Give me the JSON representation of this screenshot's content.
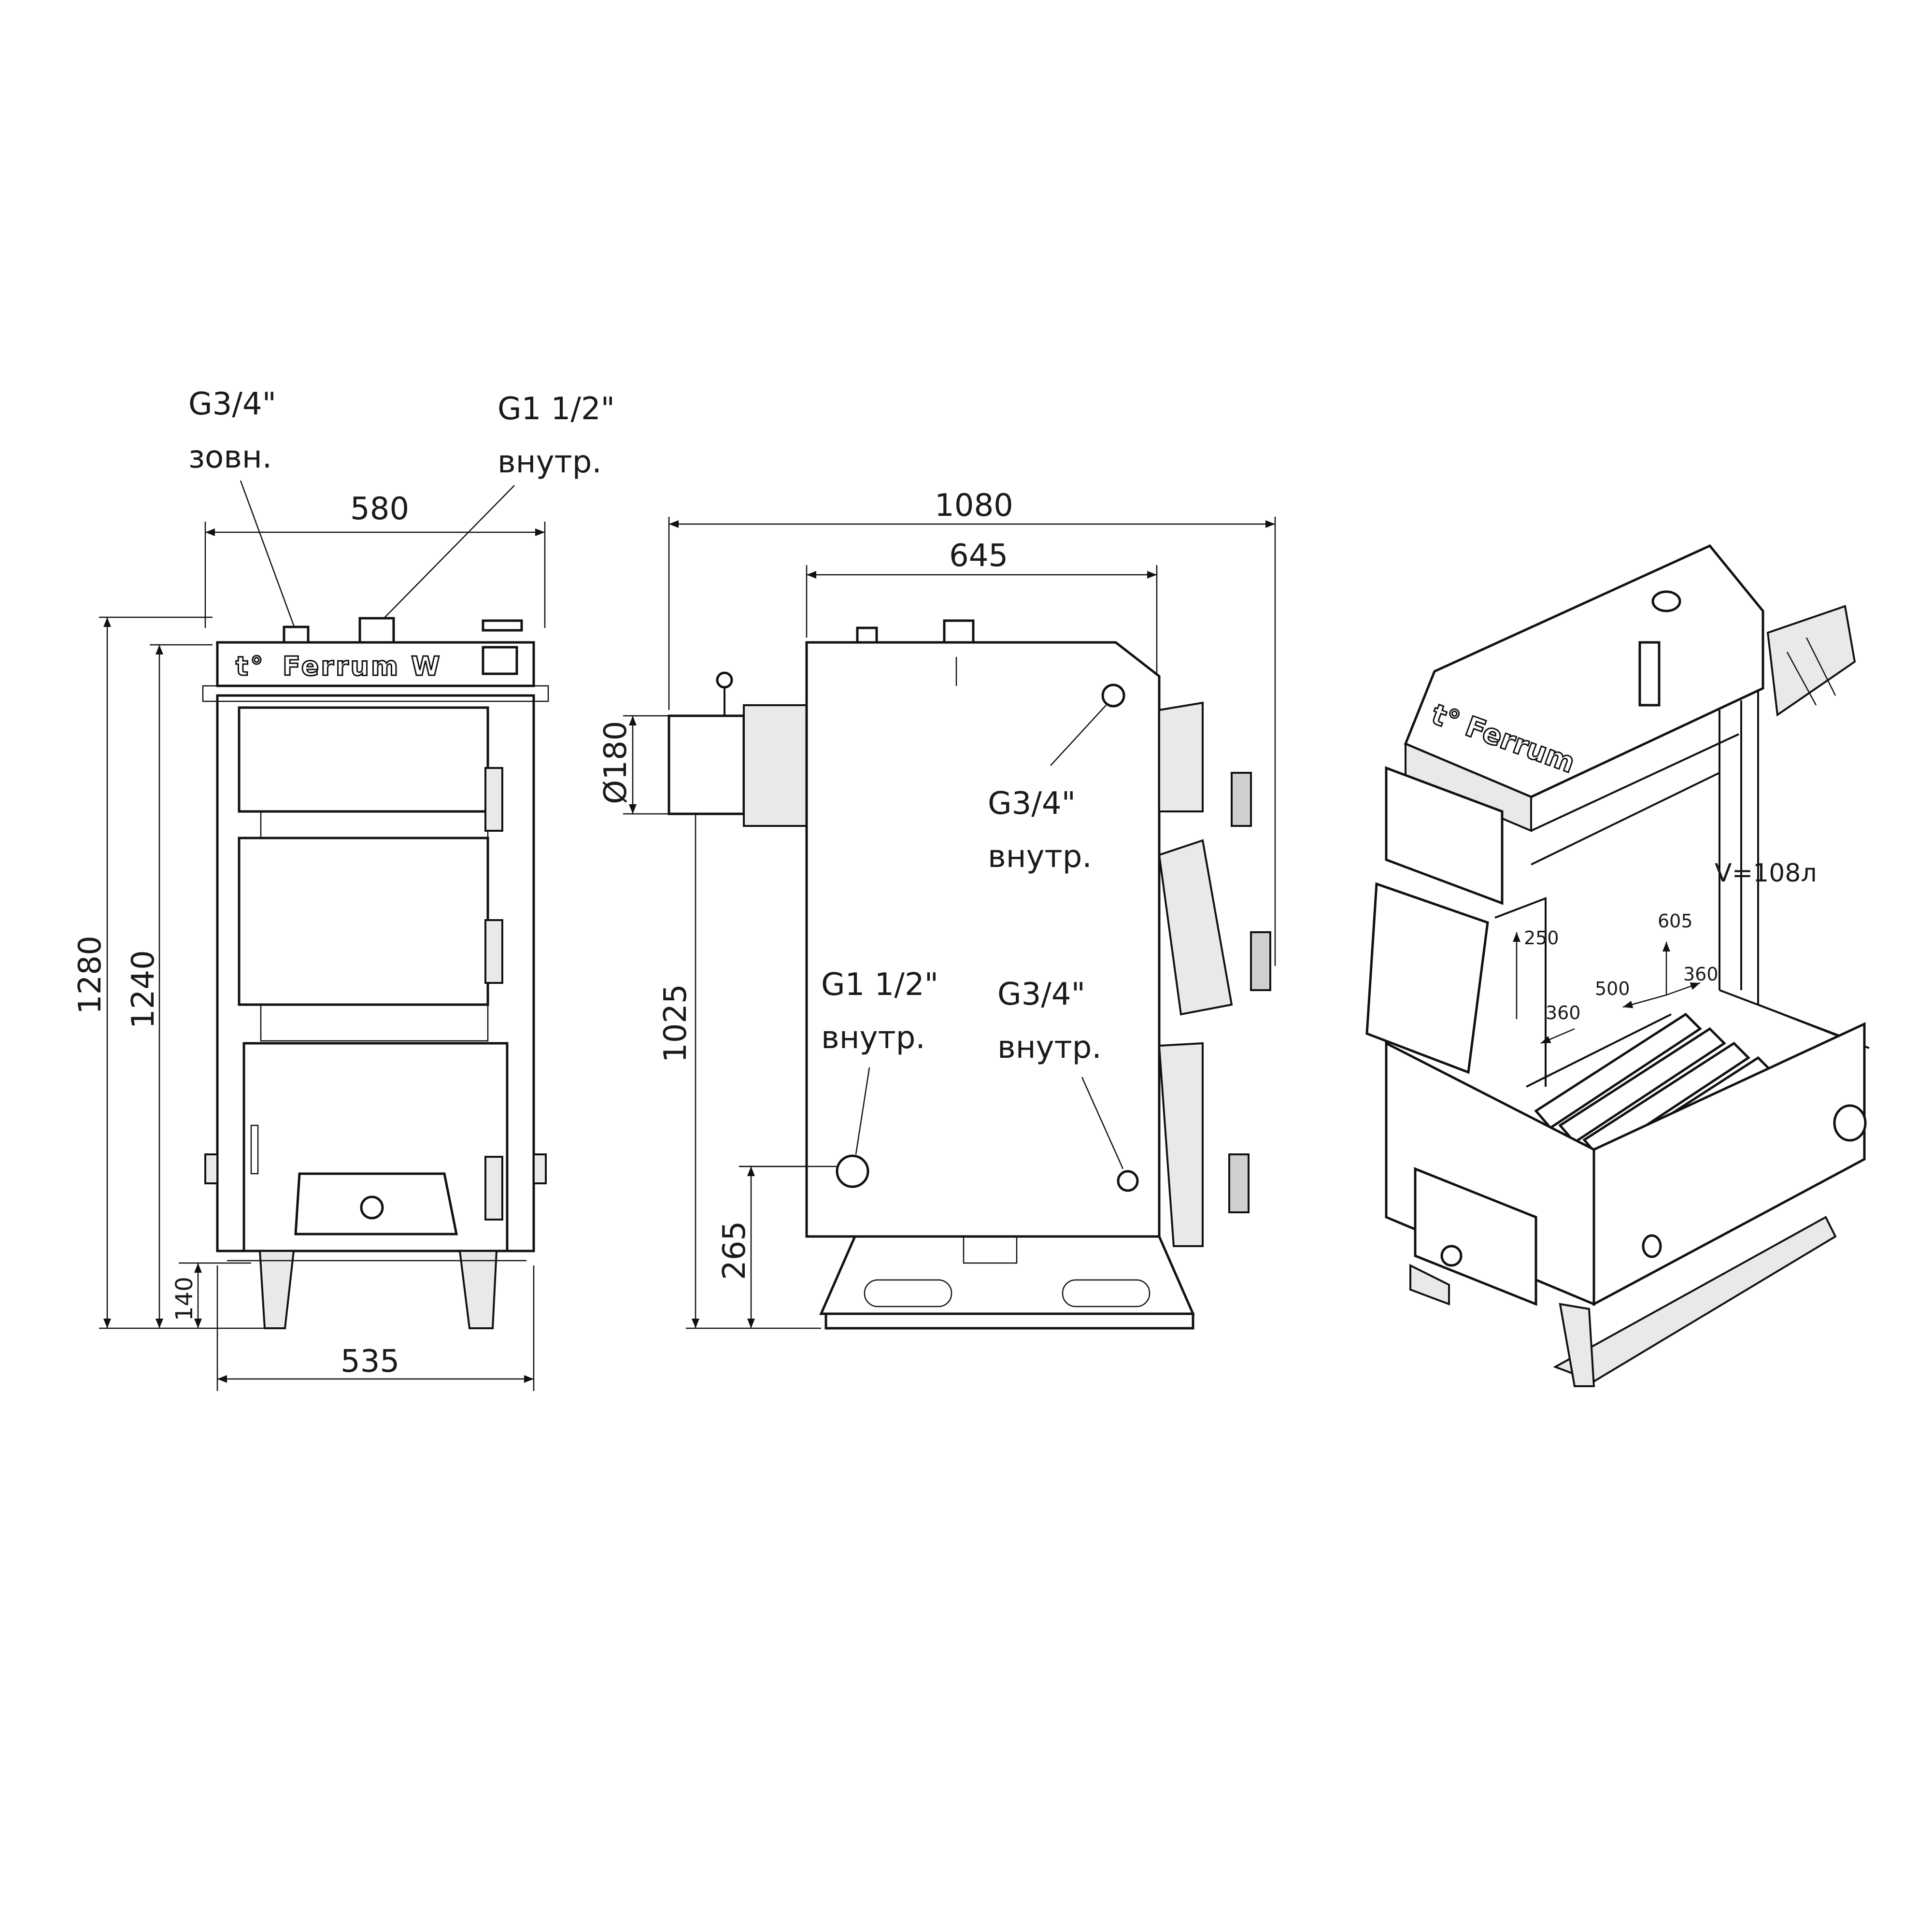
{
  "front_view": {
    "brand_logo": "Ferrum W",
    "brand_mark": "t°",
    "top_left_fitting": {
      "size": "G3/4\"",
      "type": "зовн."
    },
    "top_right_fitting": {
      "size": "G1 1/2\"",
      "type": "внутр."
    },
    "dims": {
      "top_width": "580",
      "bottom_width": "535",
      "total_height": "1280",
      "body_height": "1240",
      "leg_height": "140"
    }
  },
  "side_view": {
    "dims": {
      "overall_length": "1080",
      "body_length": "645",
      "flue_diameter": "Ø180",
      "flue_height": "1025",
      "bottom_pipe_height": "265"
    },
    "fitting_upper": {
      "size": "G3/4\"",
      "type": "внутр."
    },
    "fitting_lower_left": {
      "size": "G1 1/2\"",
      "type": "внутр."
    },
    "fitting_lower_right": {
      "size": "G3/4\"",
      "type": "внутр."
    }
  },
  "cutaway_view": {
    "brand_logo": "Ferrum",
    "brand_mark": "t°",
    "volume": "V=108л",
    "dims": {
      "d250": "250",
      "d605": "605",
      "d360a": "360",
      "d500": "500",
      "d360b": "360"
    }
  }
}
